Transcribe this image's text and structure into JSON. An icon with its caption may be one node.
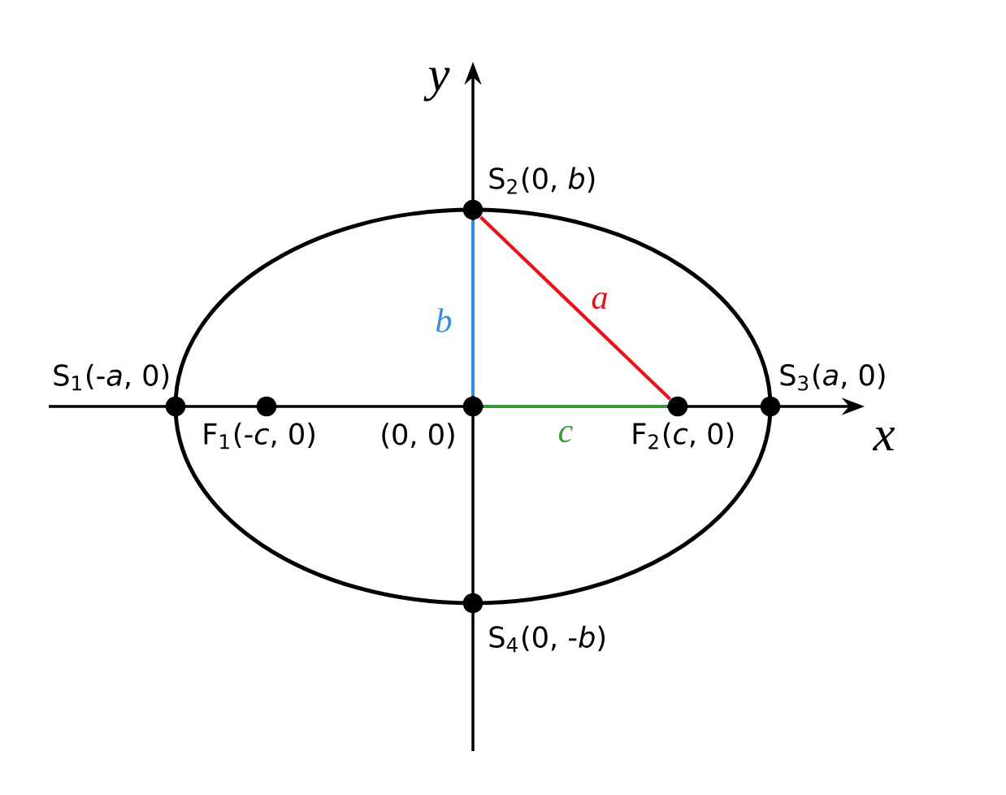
{
  "diagram": {
    "nodes": [
      {
        "text": [],
        "shape": "circle",
        "beside": [
          "S$_{2}$(0, *b*)"
        ]
      },
      {
        "text": [],
        "shape": "circle",
        "beside": [
          "S$_{1}$(-*a*, 0)"
        ]
      },
      {
        "text": [],
        "shape": "circle",
        "beside": [
          "F$_{1}$(-*c*, 0)"
        ]
      },
      {
        "text": [],
        "shape": "circle",
        "beside": [
          "(0, 0)"
        ]
      },
      {
        "text": [],
        "shape": "circle",
        "beside": [
          "F$_{2}$(*c*, 0)"
        ]
      },
      {
        "text": [],
        "shape": "circle",
        "beside": [
          "S$_{3}$(*a*, 0)"
        ]
      },
      {
        "text": [],
        "shape": "circle",
        "beside": [
          "S$_{4}$(0, -*b*)"
        ]
      }
    ],
    "edges": [
      {
        "from": 0,
        "to": 3,
        "arrow": "none",
        "label": "b",
        "color": "#3a8fd9"
      },
      {
        "from": 0,
        "to": 4,
        "arrow": "none",
        "label": "a",
        "color": "#e8141b"
      },
      {
        "from": 3,
        "to": 4,
        "arrow": "none",
        "label": "c",
        "color": "#3a9a3a"
      }
    ],
    "labels": [
      "y",
      "x"
    ]
  }
}
